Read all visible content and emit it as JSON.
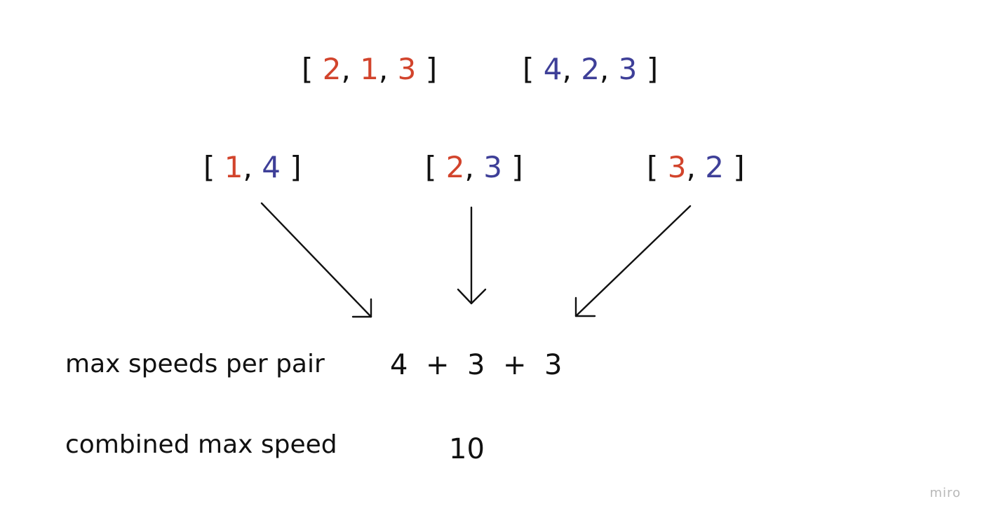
{
  "arrays": [
    {
      "elements": [
        "2",
        "1",
        "3"
      ],
      "colors": [
        "red",
        "red",
        "red"
      ]
    },
    {
      "elements": [
        "4",
        "2",
        "3"
      ],
      "colors": [
        "blue",
        "blue",
        "blue"
      ]
    }
  ],
  "pairs": [
    {
      "elements": [
        "1",
        "4"
      ],
      "colors": [
        "red",
        "blue"
      ]
    },
    {
      "elements": [
        "2",
        "3"
      ],
      "colors": [
        "red",
        "blue"
      ]
    },
    {
      "elements": [
        "3",
        "2"
      ],
      "colors": [
        "red",
        "blue"
      ]
    }
  ],
  "labels": {
    "max_speeds": "max speeds per pair",
    "combined": "combined max speed"
  },
  "values": {
    "sum_expression": "4 + 3 + 3",
    "combined_total": "10"
  },
  "watermark": "miro",
  "colors": {
    "red": "#d2442c",
    "blue": "#3e3f98",
    "ink": "#111111"
  }
}
